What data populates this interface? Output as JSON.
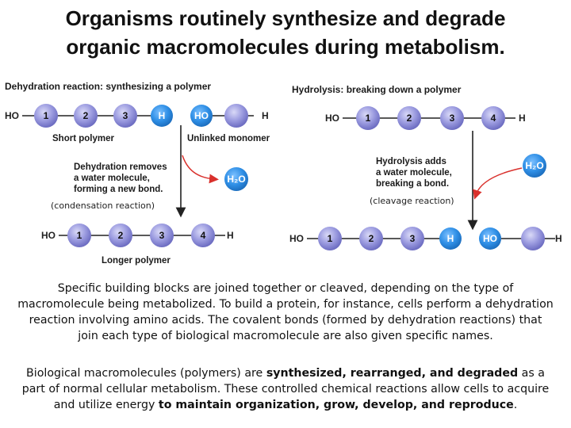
{
  "title": {
    "line1": "Organisms routinely synthesize and degrade",
    "line2": "organic macromolecules during metabolism."
  },
  "left_panel": {
    "title": "Dehydration reaction: synthesizing a polymer",
    "ho": "HO",
    "h": "H",
    "dash": "—",
    "numbers": [
      "1",
      "2",
      "3"
    ],
    "result_numbers": [
      "1",
      "2",
      "3",
      "4"
    ],
    "short_polymer": "Short polymer",
    "unlinked_monomer": "Unlinked monomer",
    "note_lines": [
      "Dehydration removes",
      "a water molecule,",
      "forming a new bond."
    ],
    "water": "H₂O",
    "reaction_name": "(condensation reaction)",
    "longer_polymer": "Longer polymer"
  },
  "right_panel": {
    "title": "Hydrolysis: breaking down a polymer",
    "ho": "HO",
    "h": "H",
    "numbers": [
      "1",
      "2",
      "3",
      "4"
    ],
    "result_numbers": [
      "1",
      "2",
      "3"
    ],
    "note_lines": [
      "Hydrolysis adds",
      "a water molecule,",
      "breaking a bond."
    ],
    "water": "H₂O",
    "reaction_name": "(cleavage reaction)"
  },
  "colors": {
    "bead": "#8c8cd8",
    "highlight": "#2f8fe6",
    "arrow_red": "#d9302c",
    "line": "#222222"
  },
  "paragraph1": "Specific building blocks are joined together or cleaved, depending on the type of macromolecule being metabolized.  To build a protein, for instance, cells perform a dehydration reaction involving amino acids.  The covalent bonds (formed by dehydration reactions) that join each type of biological macromolecule are also given specific names.",
  "paragraph2": {
    "part1": "Biological macromolecules (polymers) are ",
    "bold1": "synthesized, rearranged, and degraded",
    "part2": " as a part of normal cellular metabolism.  These controlled chemical reactions allow cells to acquire and utilize energy ",
    "bold2": "to maintain organization, grow, develop, and reproduce",
    "part3": "."
  }
}
